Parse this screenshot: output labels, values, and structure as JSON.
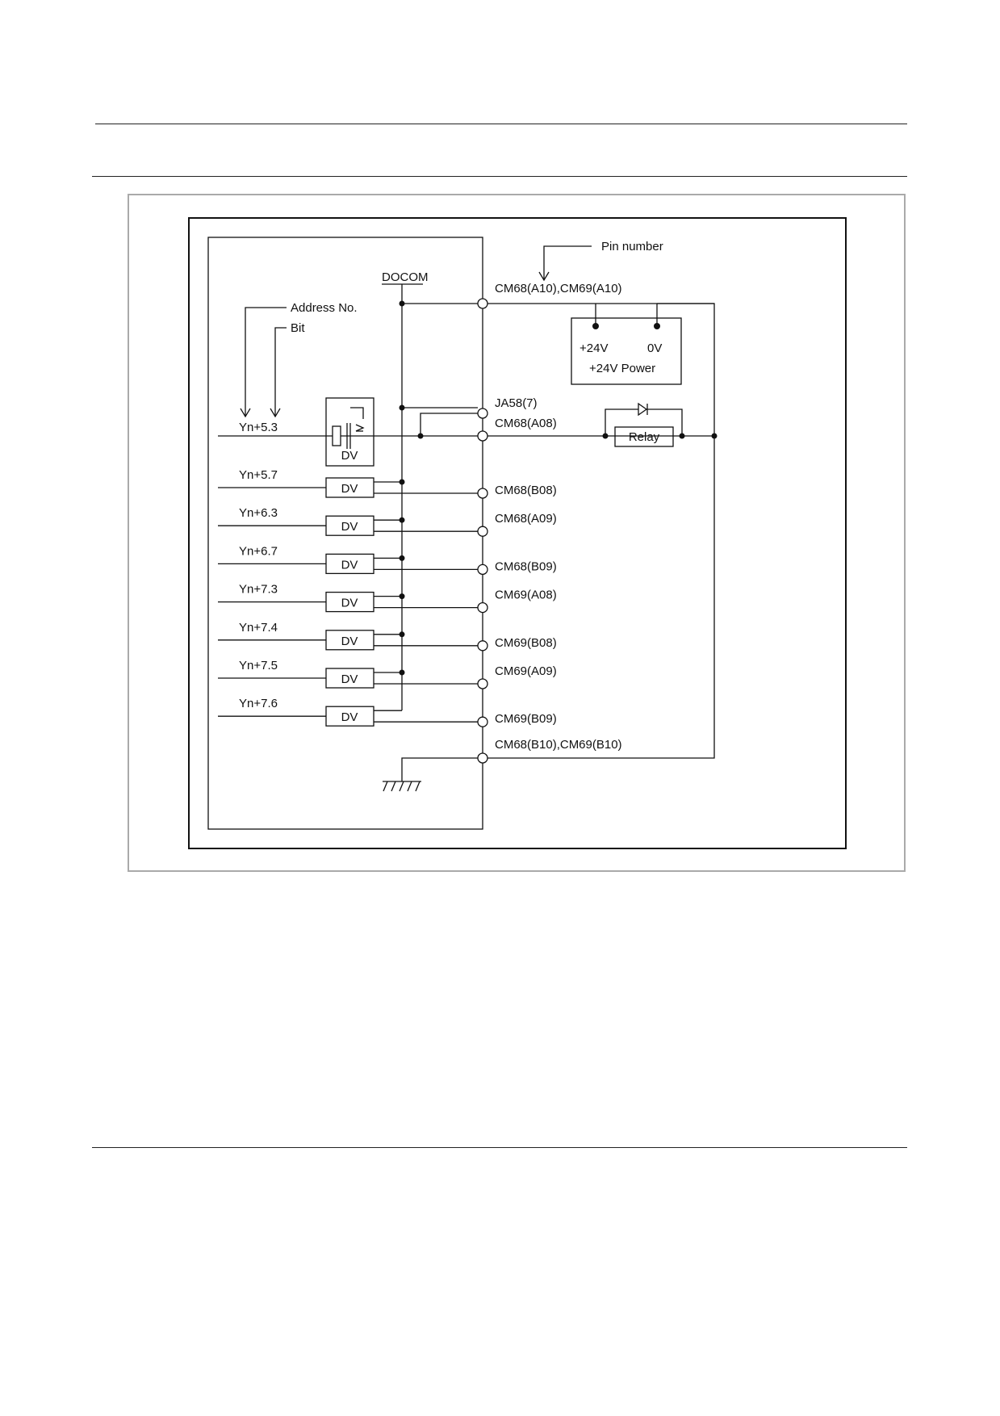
{
  "diagram": {
    "pin_number_label": "Pin number",
    "address_label": "Address No.",
    "bit_label": "Bit",
    "docom_label": "DOCOM",
    "top_common_pins": "CM68(A10),CM69(A10)",
    "bottom_common_pins": "CM68(B10),CM69(B10)",
    "power_supply": {
      "plus": "+24V",
      "zero": "0V",
      "name": "+24V Power"
    },
    "relay_label": "Relay",
    "driver_label": "DV",
    "first_output": {
      "address": "Yn+5.3",
      "pins": [
        "JA58(7)",
        "CM68(A08)"
      ]
    },
    "outputs": [
      {
        "address": "Yn+5.7",
        "pin": "CM68(B08)"
      },
      {
        "address": "Yn+6.3",
        "pin": "CM68(A09)"
      },
      {
        "address": "Yn+6.7",
        "pin": "CM68(B09)"
      },
      {
        "address": "Yn+7.3",
        "pin": "CM69(A08)"
      },
      {
        "address": "Yn+7.4",
        "pin": "CM69(B08)"
      },
      {
        "address": "Yn+7.5",
        "pin": "CM69(A09)"
      },
      {
        "address": "Yn+7.6",
        "pin": "CM69(B09)"
      }
    ]
  }
}
